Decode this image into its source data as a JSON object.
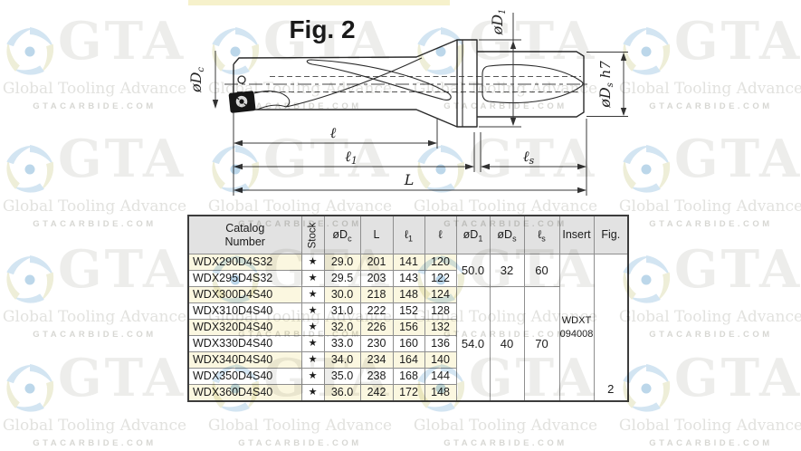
{
  "watermark": {
    "brand": "GTA",
    "tagline": "Global Tooling Advance",
    "site": "GTACARBIDE.COM"
  },
  "figure": {
    "title": "Fig. 2",
    "labels": {
      "dc": {
        "prefix": "ø",
        "base": "D",
        "sub": "c",
        "suffix": ""
      },
      "d1": {
        "prefix": "ø",
        "base": "D",
        "sub": "1",
        "suffix": ""
      },
      "ds": {
        "prefix": "ø",
        "base": "D",
        "sub": "s",
        "suffix": " h7"
      },
      "l": {
        "base": "ℓ",
        "sub": ""
      },
      "l1": {
        "base": "ℓ",
        "sub": "1"
      },
      "ls": {
        "base": "ℓ",
        "sub": "s"
      },
      "len": {
        "base": "L",
        "sub": ""
      }
    }
  },
  "table": {
    "headers": {
      "catalog_line1": "Catalog",
      "catalog_line2": "Number",
      "stock": "Stock",
      "dc": {
        "base": "øD",
        "sub": "c"
      },
      "L": "L",
      "l1": {
        "base": "ℓ",
        "sub": "1"
      },
      "l": "ℓ",
      "d1": {
        "base": "øD",
        "sub": "1"
      },
      "ds": {
        "base": "øD",
        "sub": "s"
      },
      "ls": {
        "base": "ℓ",
        "sub": "s"
      },
      "insert": "Insert",
      "fig": "Fig."
    },
    "rows": [
      {
        "catalog": "WDX290D4S32",
        "stock": "★",
        "dc": "29.0",
        "L": "201",
        "l1": "141",
        "l": "120"
      },
      {
        "catalog": "WDX295D4S32",
        "stock": "★",
        "dc": "29.5",
        "L": "203",
        "l1": "143",
        "l": "122"
      },
      {
        "catalog": "WDX300D4S40",
        "stock": "★",
        "dc": "30.0",
        "L": "218",
        "l1": "148",
        "l": "124"
      },
      {
        "catalog": "WDX310D4S40",
        "stock": "★",
        "dc": "31.0",
        "L": "222",
        "l1": "152",
        "l": "128"
      },
      {
        "catalog": "WDX320D4S40",
        "stock": "★",
        "dc": "32.0",
        "L": "226",
        "l1": "156",
        "l": "132"
      },
      {
        "catalog": "WDX330D4S40",
        "stock": "★",
        "dc": "33.0",
        "L": "230",
        "l1": "160",
        "l": "136"
      },
      {
        "catalog": "WDX340D4S40",
        "stock": "★",
        "dc": "34.0",
        "L": "234",
        "l1": "164",
        "l": "140"
      },
      {
        "catalog": "WDX350D4S40",
        "stock": "★",
        "dc": "35.0",
        "L": "238",
        "l1": "168",
        "l": "144"
      },
      {
        "catalog": "WDX360D4S40",
        "stock": "★",
        "dc": "36.0",
        "L": "242",
        "l1": "172",
        "l": "148"
      }
    ],
    "groups": [
      {
        "span": 2,
        "d1": "50.0",
        "ds": "32",
        "ls": "60"
      },
      {
        "span": 7,
        "d1": "54.0",
        "ds": "40",
        "ls": "70"
      }
    ],
    "insert_lines": [
      "WDXT",
      "094008"
    ],
    "fig_value": "2"
  },
  "colors": {
    "row_cream": "#fbf7e0",
    "header_gray": "#e2e2e2",
    "strip_yellow": "#f6f1cb",
    "line_dark": "#2a2a2a"
  }
}
